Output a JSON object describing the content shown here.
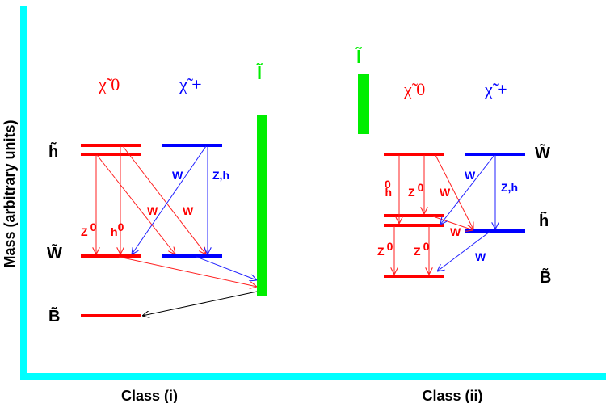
{
  "y_axis_label": "Mass (arbitrary units)",
  "colors": {
    "axis": "#00ffff",
    "neutralino": "#ff0000",
    "chargino": "#0000ff",
    "slepton": "#00ee00",
    "other": "#000000"
  },
  "class_i": {
    "caption": "Class (i)",
    "neutralino_header": "χ̃ 0",
    "chargino_header": "χ̃ +",
    "slepton_label": "l̃",
    "state_labels": {
      "higgsino": "h̃",
      "wino": "W̃",
      "bino": "B̃"
    },
    "decay_labels": {
      "z0": "Z",
      "z0_sup": "0",
      "h0": "h",
      "h0_sup": "0",
      "w1": "W",
      "w2": "W",
      "w_blue": "W",
      "zh": "Z,h"
    }
  },
  "class_ii": {
    "caption": "Class (ii)",
    "neutralino_header": "χ̃ 0",
    "chargino_header": "χ̃ +",
    "slepton_label": "l̃",
    "state_labels": {
      "wino": "W̃",
      "higgsino": "h̃",
      "bino": "B̃"
    },
    "decay_labels": {
      "h0": "h",
      "h0_sup": "0",
      "z0a": "Z",
      "z0a_sup": "0",
      "w_red": "W",
      "w_blue": "W",
      "zh": "Z,h",
      "w_red2": "W",
      "w_blue2": "W",
      "z0b": "Z",
      "z0b_sup": "0",
      "z0c": "Z",
      "z0c_sup": "0"
    }
  }
}
